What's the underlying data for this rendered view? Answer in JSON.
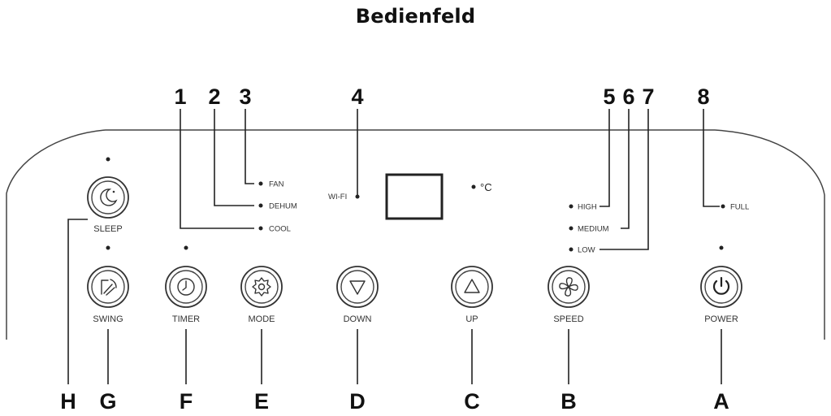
{
  "title": "Bedienfeld",
  "callout_numbers": [
    "1",
    "2",
    "3",
    "4",
    "5",
    "6",
    "7",
    "8"
  ],
  "callout_letters": [
    "H",
    "G",
    "F",
    "E",
    "D",
    "C",
    "B",
    "A"
  ],
  "indicators": {
    "fan": "FAN",
    "dehum": "DEHUM",
    "cool": "COOL",
    "wifi": "WI-FI",
    "celsius": "°C",
    "high": "HIGH",
    "medium": "MEDIUM",
    "low": "LOW",
    "full": "FULL"
  },
  "buttons": {
    "sleep": "SLEEP",
    "swing": "SWING",
    "timer": "TIMER",
    "mode": "MODE",
    "down": "DOWN",
    "up": "UP",
    "speed": "SPEED",
    "power": "POWER"
  },
  "icons": {
    "sleep": "moon-icon",
    "swing": "swing-icon",
    "timer": "clock-icon",
    "mode": "gear-icon",
    "down": "triangle-down-icon",
    "up": "triangle-up-icon",
    "speed": "fan-icon",
    "power": "power-icon"
  }
}
